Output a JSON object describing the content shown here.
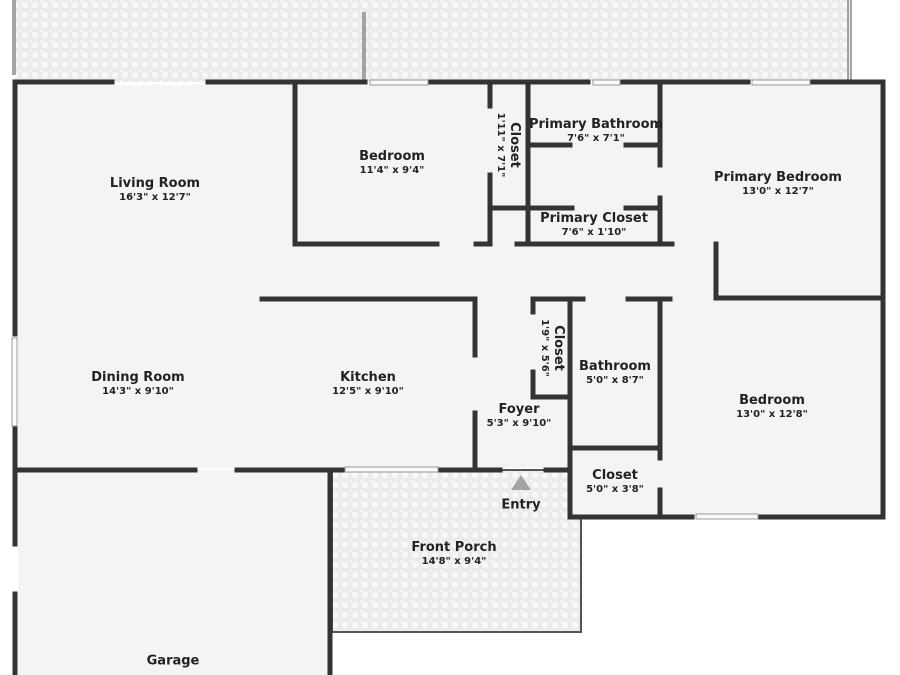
{
  "plan": {
    "colors": {
      "wall": "#333333",
      "room_fill": "#f4f4f4",
      "patio_fill": "#ebebeb",
      "background": "#ffffff",
      "entry_arrow": "#a3a3a3"
    }
  },
  "rooms": {
    "living_room": {
      "name": "Living Room",
      "dims": "16'3\" x 12'7\""
    },
    "bedroom_1": {
      "name": "Bedroom",
      "dims": "11'4\" x 9'4\""
    },
    "closet_1": {
      "name": "Closet",
      "dims": "1'11\" x 7'1\""
    },
    "primary_bathroom": {
      "name": "Primary Bathroom",
      "dims": "7'6\" x 7'1\""
    },
    "primary_closet": {
      "name": "Primary Closet",
      "dims": "7'6\" x 1'10\""
    },
    "primary_bedroom": {
      "name": "Primary Bedroom",
      "dims": "13'0\" x 12'7\""
    },
    "dining_room": {
      "name": "Dining Room",
      "dims": "14'3\" x 9'10\""
    },
    "kitchen": {
      "name": "Kitchen",
      "dims": "12'5\" x 9'10\""
    },
    "closet_2": {
      "name": "Closet",
      "dims": "1'9\" x 5'6\""
    },
    "bathroom": {
      "name": "Bathroom",
      "dims": "5'0\" x 8'7\""
    },
    "foyer": {
      "name": "Foyer",
      "dims": "5'3\" x 9'10\""
    },
    "bedroom_2": {
      "name": "Bedroom",
      "dims": "13'0\" x 12'8\""
    },
    "closet_3": {
      "name": "Closet",
      "dims": "5'0\" x 3'8\""
    },
    "front_porch": {
      "name": "Front Porch",
      "dims": "14'8\" x 9'4\""
    },
    "garage": {
      "name": "Garage"
    }
  },
  "entry": {
    "label": "Entry"
  }
}
